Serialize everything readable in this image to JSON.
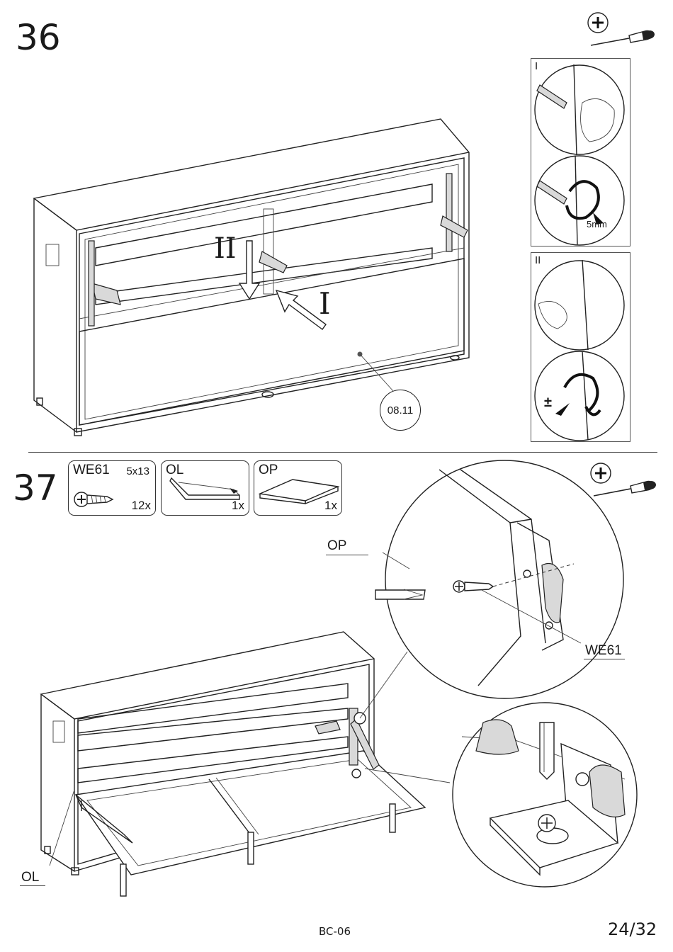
{
  "steps": [
    {
      "number": "36",
      "roman_large": [
        "II",
        "I"
      ],
      "part_label": "08.11",
      "detail_panels": [
        {
          "label": "I",
          "note": "5mm"
        },
        {
          "label": "II",
          "note": "±"
        }
      ],
      "tool_icon": "phillips-screwdriver-icon"
    },
    {
      "number": "37",
      "parts": [
        {
          "code": "WE61",
          "size": "5x13",
          "qty": "12x",
          "icon": "screw-icon"
        },
        {
          "code": "OL",
          "size": "",
          "qty": "1x",
          "icon": "bracket-part-icon"
        },
        {
          "code": "OP",
          "size": "",
          "qty": "1x",
          "icon": "panel-part-icon"
        }
      ],
      "callouts": {
        "op": "OP",
        "we61": "WE61",
        "ol": "OL"
      },
      "tool_icon": "phillips-screwdriver-icon"
    }
  ],
  "footer": {
    "code": "BC-06",
    "page": "24/32"
  }
}
